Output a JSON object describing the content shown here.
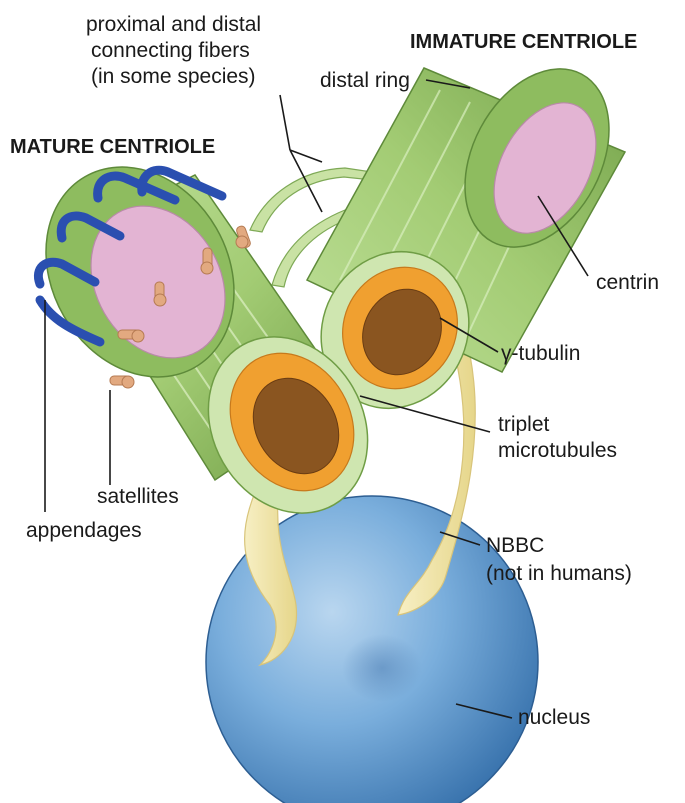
{
  "titles": {
    "immature": "IMMATURE CENTRIOLE",
    "mature": "MATURE CENTRIOLE"
  },
  "labels": {
    "fibers_line1": "proximal and distal",
    "fibers_line2": "connecting fibers",
    "fibers_line3": "(in some species)",
    "distal_ring": "distal ring",
    "centrin": "centrin",
    "gamma_tubulin": "γ-tubulin",
    "triplet_line1": "triplet",
    "triplet_line2": "microtubules",
    "satellites": "satellites",
    "appendages": "appendages",
    "nbbc_line1": "NBBC",
    "nbbc_line2": "(not in humans)",
    "nucleus": "nucleus"
  },
  "colors": {
    "cylinder_green": "#a9cf7a",
    "cylinder_dark_green": "#6f9d45",
    "cylinder_light_green": "#d6eab6",
    "centrin_pink": "#e3b4d3",
    "gamma_tubulin_orange": "#f0a030",
    "appendage_blue": "#2a4fb0",
    "satellite_tan": "#e2a980",
    "fiber_cream": "#f1e6a9",
    "nucleus_blue": "#5d98cf"
  }
}
